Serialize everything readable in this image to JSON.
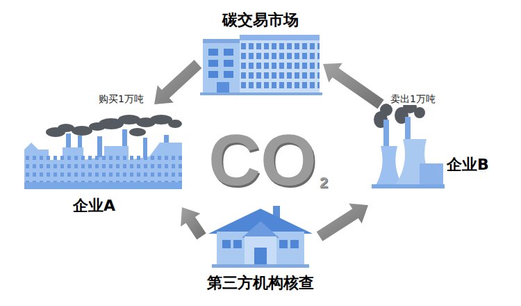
{
  "diagram": {
    "nodes": [
      {
        "text": [
          "碳交易市场"
        ]
      },
      {
        "text": [
          "企业A"
        ]
      },
      {
        "text": [
          "企业B"
        ]
      },
      {
        "text": [
          "第三方机构核查"
        ]
      }
    ],
    "edges": [
      {
        "from": 0,
        "to": 1,
        "label": "购买1万吨",
        "arrow": "to"
      },
      {
        "from": 2,
        "to": 0,
        "label": "卖出1万吨",
        "arrow": "to"
      },
      {
        "from": 3,
        "to": 1,
        "arrow": "to"
      },
      {
        "from": 3,
        "to": 2,
        "arrow": "to"
      }
    ],
    "labels": [
      "CO",
      "2"
    ]
  }
}
